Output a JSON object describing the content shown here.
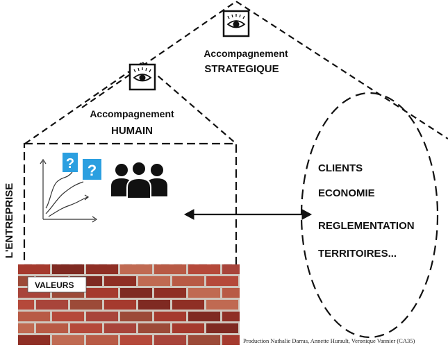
{
  "labels": {
    "strategic_line1": "Accompagnement",
    "strategic_line2": "STRATEGIQUE",
    "human_line1": "Accompagnement",
    "human_line2": "HUMAIN",
    "company_vertical": "L'ENTREPRISE",
    "values": "VALEURS",
    "question_mark": "?"
  },
  "environment": {
    "items": [
      "CLIENTS",
      "ECONOMIE",
      "REGLEMENTATION",
      "TERRITOIRES..."
    ]
  },
  "credit": "Production Nathalie Darras, Annette Hurault, Veronique Vannier (CA35)",
  "icons": {
    "eye": "eye-icon",
    "people": "people-group-icon",
    "growth_chart": "growth-chart-icon",
    "double_arrow": "double-arrow-icon",
    "brick_wall": "brick-wall"
  },
  "colors": {
    "question_card": "#2b9fe0",
    "brick": "#a53a2e",
    "mortar": "#cfc6bd",
    "ink": "#111111"
  }
}
